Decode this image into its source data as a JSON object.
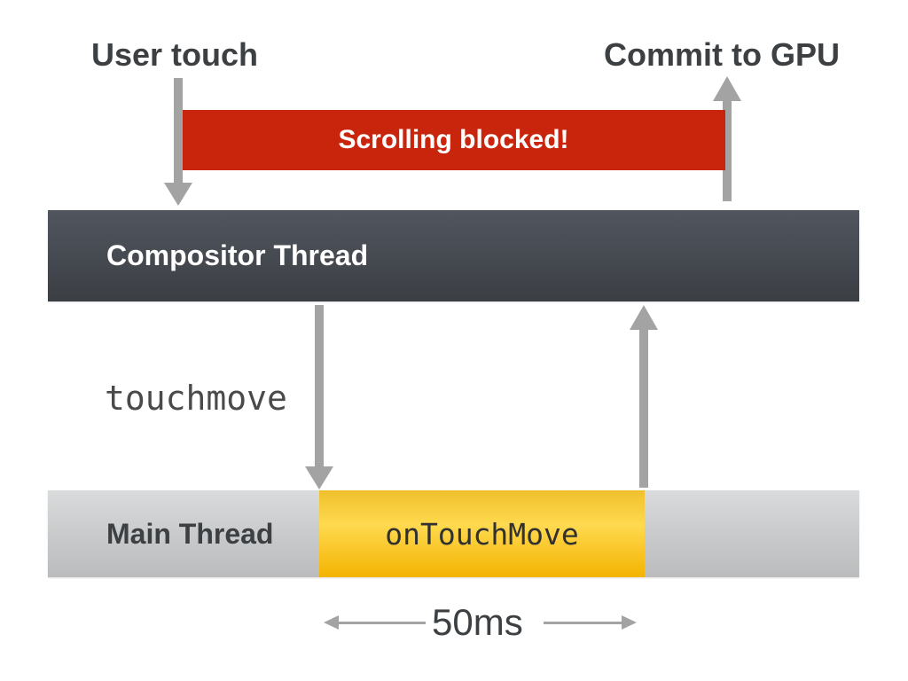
{
  "labels": {
    "user_touch": "User touch",
    "commit_to_gpu": "Commit to GPU",
    "scrolling_blocked": "Scrolling blocked!",
    "compositor_thread": "Compositor Thread",
    "touchmove_event": "touchmove",
    "main_thread": "Main Thread",
    "handler": "onTouchMove",
    "duration": "50ms"
  },
  "colors": {
    "background": "#ffffff",
    "text-dark": "#3c4043",
    "banner-red": "#c9250c",
    "banner-text": "#ffffff",
    "compositor-top": "#51555e",
    "compositor-bottom": "#3b3f44",
    "compositor-text": "#ffffff",
    "main-top": "#d9dbdc",
    "main-bottom": "#babcbd",
    "main-text": "#3c4043",
    "busy-top": "#efc02c",
    "busy-mid": "#ffd94f",
    "busy-bottom": "#f3b300",
    "busy-text": "#313131",
    "code-text": "#4a4a4a",
    "arrow-gray": "#a3a3a3"
  }
}
